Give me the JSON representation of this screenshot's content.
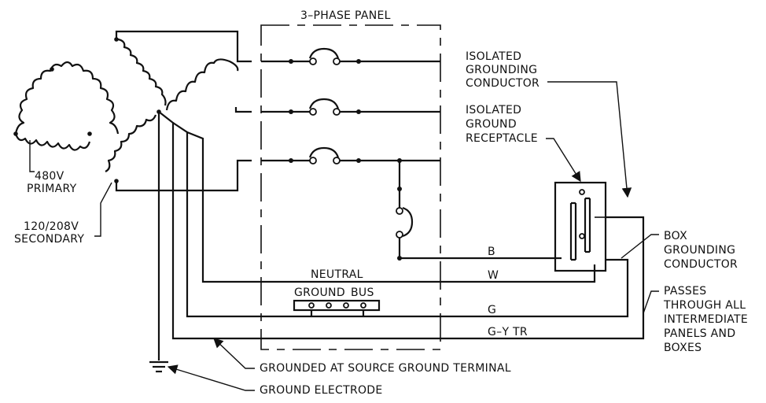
{
  "panel_title": "3–PHASE PANEL",
  "labels": {
    "primary_line1": "480V",
    "primary_line2": "PRIMARY",
    "secondary_line1": "120/208V",
    "secondary_line2": "SECONDARY",
    "neutral": "NEUTRAL",
    "ground_bus_line1": "GROUND",
    "ground_bus_line2": "BUS",
    "wire_b": "B",
    "wire_w": "W",
    "wire_g": "G",
    "wire_gytr": "G–Y TR",
    "iso_cond_line1": "ISOLATED",
    "iso_cond_line2": "GROUNDING",
    "iso_cond_line3": "CONDUCTOR",
    "iso_recep_line1": "ISOLATED",
    "iso_recep_line2": "GROUND",
    "iso_recep_line3": "RECEPTACLE",
    "box_line1": "BOX",
    "box_line2": "GROUNDING",
    "box_line3": "CONDUCTOR",
    "passes_line1": "PASSES",
    "passes_line2": "THROUGH ALL",
    "passes_line3": "INTERMEDIATE",
    "passes_line4": "PANELS AND",
    "passes_line5": "BOXES",
    "grounded_at_source": "GROUNDED AT SOURCE GROUND TERMINAL",
    "ground_electrode": "GROUND ELECTRODE"
  }
}
